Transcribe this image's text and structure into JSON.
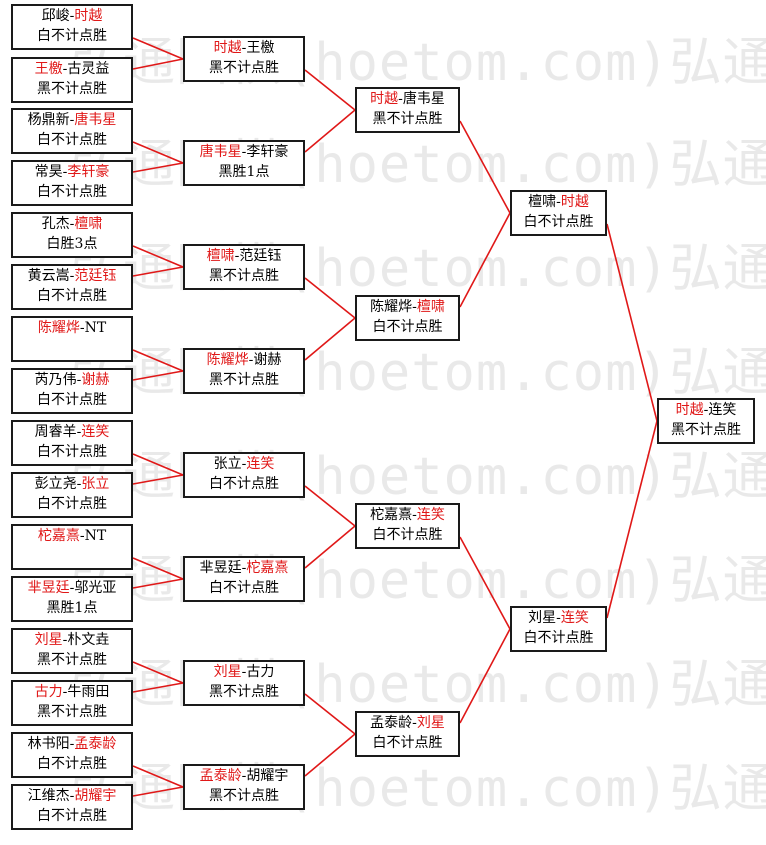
{
  "watermark": "弘通围棋(hoetom.com)弘通",
  "round1": [
    {
      "p1": "邱峻",
      "p2": "时越",
      "winner": 2,
      "result": "白不计点胜"
    },
    {
      "p1": "王檄",
      "p2": "古灵益",
      "winner": 1,
      "result": "黑不计点胜"
    },
    {
      "p1": "杨鼎新",
      "p2": "唐韦星",
      "winner": 2,
      "result": "白不计点胜"
    },
    {
      "p1": "常昊",
      "p2": "李轩豪",
      "winner": 2,
      "result": "白不计点胜"
    },
    {
      "p1": "孔杰",
      "p2": "檀啸",
      "winner": 2,
      "result": "白胜3点"
    },
    {
      "p1": "黄云嵩",
      "p2": "范廷钰",
      "winner": 2,
      "result": "白不计点胜"
    },
    {
      "p1": "陈耀烨",
      "p2": "NT",
      "winner": 1,
      "result": ""
    },
    {
      "p1": "芮乃伟",
      "p2": "谢赫",
      "winner": 2,
      "result": "白不计点胜"
    },
    {
      "p1": "周睿羊",
      "p2": "连笑",
      "winner": 2,
      "result": "白不计点胜"
    },
    {
      "p1": "彭立尧",
      "p2": "张立",
      "winner": 2,
      "result": "白不计点胜"
    },
    {
      "p1": "柁嘉熹",
      "p2": "NT",
      "winner": 1,
      "result": ""
    },
    {
      "p1": "芈昱廷",
      "p2": "邬光亚",
      "winner": 1,
      "result": "黑胜1点"
    },
    {
      "p1": "刘星",
      "p2": "朴文垚",
      "winner": 1,
      "result": "黑不计点胜"
    },
    {
      "p1": "古力",
      "p2": "牛雨田",
      "winner": 1,
      "result": "黑不计点胜"
    },
    {
      "p1": "林书阳",
      "p2": "孟泰龄",
      "winner": 2,
      "result": "白不计点胜"
    },
    {
      "p1": "江维杰",
      "p2": "胡耀宇",
      "winner": 2,
      "result": "白不计点胜"
    }
  ],
  "round2": [
    {
      "p1": "时越",
      "p2": "王檄",
      "winner": 1,
      "result": "黑不计点胜"
    },
    {
      "p1": "唐韦星",
      "p2": "李轩豪",
      "winner": 1,
      "result": "黑胜1点"
    },
    {
      "p1": "檀啸",
      "p2": "范廷钰",
      "winner": 1,
      "result": "黑不计点胜"
    },
    {
      "p1": "陈耀烨",
      "p2": "谢赫",
      "winner": 1,
      "result": "黑不计点胜"
    },
    {
      "p1": "张立",
      "p2": "连笑",
      "winner": 2,
      "result": "白不计点胜"
    },
    {
      "p1": "芈昱廷",
      "p2": "柁嘉熹",
      "winner": 2,
      "result": "白不计点胜"
    },
    {
      "p1": "刘星",
      "p2": "古力",
      "winner": 1,
      "result": "黑不计点胜"
    },
    {
      "p1": "孟泰龄",
      "p2": "胡耀宇",
      "winner": 1,
      "result": "黑不计点胜"
    }
  ],
  "round3": [
    {
      "p1": "时越",
      "p2": "唐韦星",
      "winner": 1,
      "result": "黑不计点胜"
    },
    {
      "p1": "陈耀烨",
      "p2": "檀啸",
      "winner": 2,
      "result": "白不计点胜"
    },
    {
      "p1": "柁嘉熹",
      "p2": "连笑",
      "winner": 2,
      "result": "白不计点胜"
    },
    {
      "p1": "孟泰龄",
      "p2": "刘星",
      "winner": 2,
      "result": "白不计点胜"
    }
  ],
  "round4": [
    {
      "p1": "檀啸",
      "p2": "时越",
      "winner": 2,
      "result": "白不计点胜"
    },
    {
      "p1": "刘星",
      "p2": "连笑",
      "winner": 2,
      "result": "白不计点胜"
    }
  ],
  "final": [
    {
      "p1": "时越",
      "p2": "连笑",
      "winner": 1,
      "result": "黑不计点胜"
    }
  ],
  "colors": {
    "winner": "#e01818",
    "text": "#000000",
    "line": "#e01818",
    "border": "#1a1a1a",
    "watermark": "#e9e9e9"
  }
}
